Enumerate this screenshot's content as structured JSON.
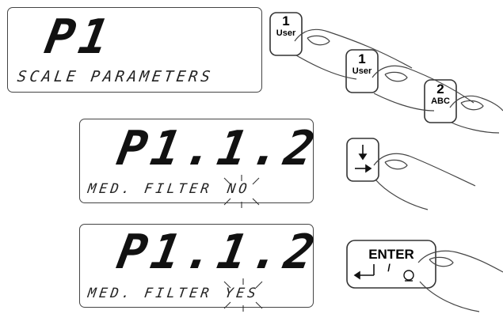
{
  "screens": [
    {
      "main": "P1",
      "sub": "SCALE PARAMETERS"
    },
    {
      "main": "P1.1.2",
      "sub_label": "MED. FILTER",
      "sub_value": "NO"
    },
    {
      "main": "P1.1.2",
      "sub_label": "MED. FILTER",
      "sub_value": "YES"
    }
  ],
  "keys": {
    "k1a": {
      "num": "1",
      "text": "User"
    },
    "k1b": {
      "num": "1",
      "text": "User"
    },
    "k2": {
      "num": "2",
      "text": "ABC"
    },
    "enter": {
      "text": "ENTER",
      "sub": "/"
    }
  }
}
